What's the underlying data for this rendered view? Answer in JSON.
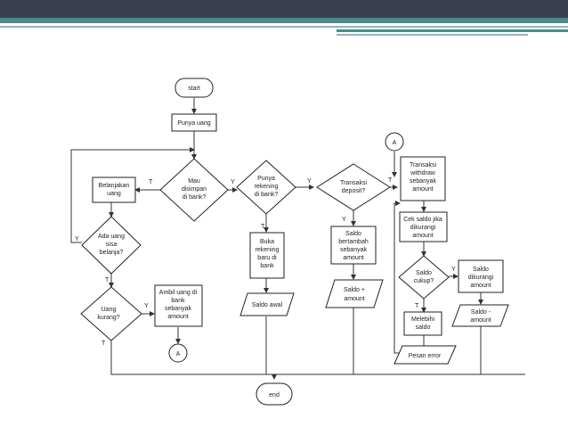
{
  "nodes": {
    "start": "start",
    "end": "end",
    "punya_uang": "Punya uang",
    "mau_disimpan": [
      "Mau",
      "disimpan",
      "di bank?"
    ],
    "belanjakan": [
      "Belanjakan",
      "uang"
    ],
    "ada_sisa": [
      "Ada uang",
      "sisa",
      "belanja?"
    ],
    "uang_kurang": [
      "Uang",
      "kurang?"
    ],
    "ambil_uang": [
      "Ambil uang di",
      "bank",
      "sebanyak",
      "amount"
    ],
    "connector_a": "A",
    "punya_rekening": [
      "Punya",
      "rekening",
      "di bank?"
    ],
    "buka_rekening": [
      "Buka",
      "rekening",
      "baru di",
      "bank"
    ],
    "saldo_awal": "Saldo awal",
    "transaksi_deposit": [
      "Transaksi",
      "deposit?"
    ],
    "saldo_bertambah": [
      "Saldo",
      "bertambah",
      "sebanyak",
      "amount"
    ],
    "saldo_plus": [
      "Saldo +",
      "amount"
    ],
    "transaksi_withdraw": [
      "Transaksi",
      "withdraw",
      "sebanyak",
      "amount"
    ],
    "cek_saldo": [
      "Cek saldo jika",
      "dikurangi",
      "amount"
    ],
    "saldo_cukup": [
      "Saldo",
      "cukup?"
    ],
    "saldo_dikurangi": [
      "Saldo",
      "dikurangi",
      "amount"
    ],
    "saldo_minus": [
      "Saldo -",
      "amount"
    ],
    "melebihi_saldo": [
      "Melebihi",
      "saldo"
    ],
    "pesan_error": "Pesan error"
  },
  "labels": {
    "t": "T",
    "y": "Y"
  }
}
